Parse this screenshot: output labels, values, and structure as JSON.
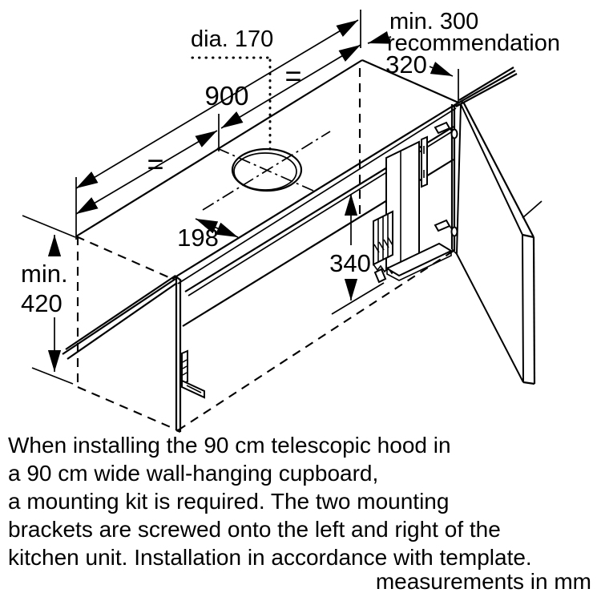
{
  "colors": {
    "ink": "#000000",
    "paper": "#ffffff"
  },
  "diagram": {
    "dims": {
      "hole_diameter": "dia. 170",
      "total_width": "900",
      "equal_left": "=",
      "equal_right": "=",
      "clearance_line1": "min. 300",
      "clearance_line2": "recommendation",
      "right_offset": "320",
      "hole_depth": "198",
      "bracket_height": "340",
      "min_height_line1": "min.",
      "min_height_line2": "420"
    }
  },
  "caption": {
    "lines": [
      "When installing the 90 cm telescopic hood in",
      "a 90 cm wide wall-hanging cupboard,",
      "a mounting kit is required. The two mounting",
      "brackets are screwed onto the left and right of the",
      "kitchen unit. Installation in accordance with template."
    ],
    "units_note": "measurements in mm"
  }
}
